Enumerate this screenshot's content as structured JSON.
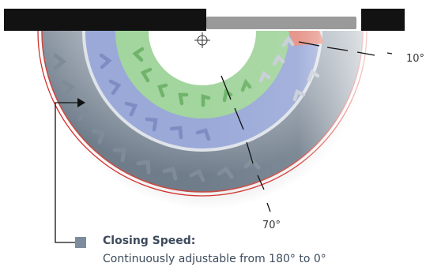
{
  "angle_labels": {
    "ten": "10°",
    "seventy": "70°"
  },
  "legend": {
    "title": "Closing Speed:",
    "description": "Continuously adjustable from 180° to 0°",
    "swatch_color": "#7d8c9c"
  },
  "colors": {
    "outer_ring": "#8d9aa8",
    "blue_ring": "#9aa9d8",
    "green_ring": "#9fd39a",
    "red_segment": "#ec8a78",
    "red_outline": "#d3312c",
    "top_bar": "#121212",
    "top_bar_center": "#9a9a9a"
  }
}
